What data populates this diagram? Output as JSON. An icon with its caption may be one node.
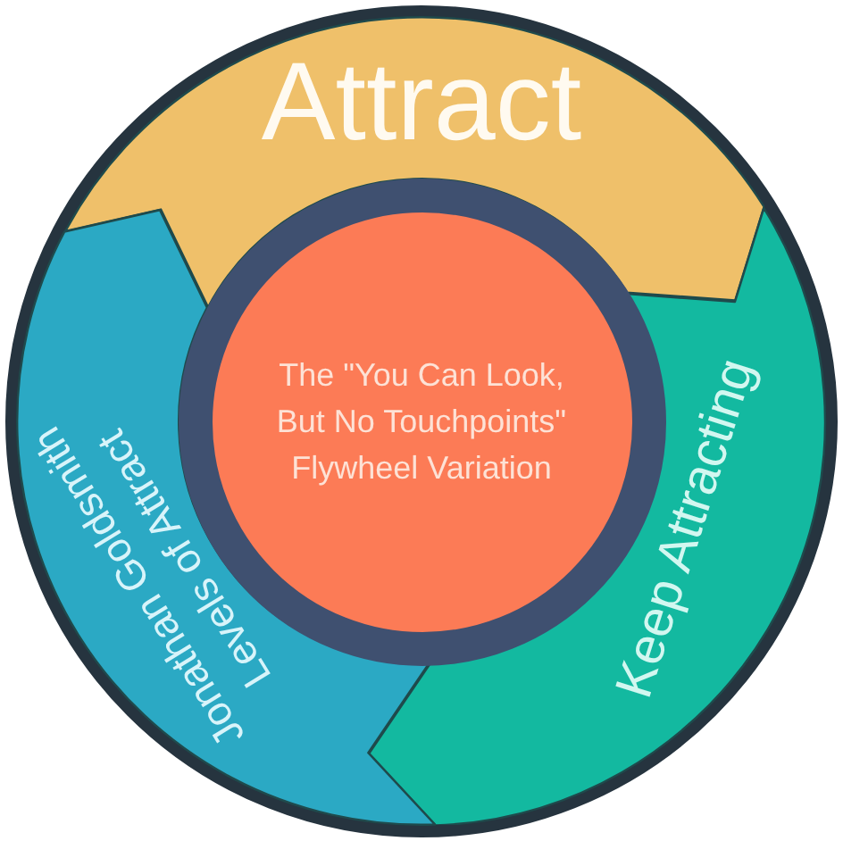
{
  "diagram": {
    "nodes": [
      {
        "text": [
          "Attract"
        ]
      },
      {
        "text": [
          "Keep Attracting"
        ]
      },
      {
        "text": [
          "Jonathan Goldsmith Levels of Attract"
        ]
      },
      {
        "text": [
          "The \"You Can Look, But No Touchpoints\" Flywheel Variation"
        ]
      }
    ]
  }
}
